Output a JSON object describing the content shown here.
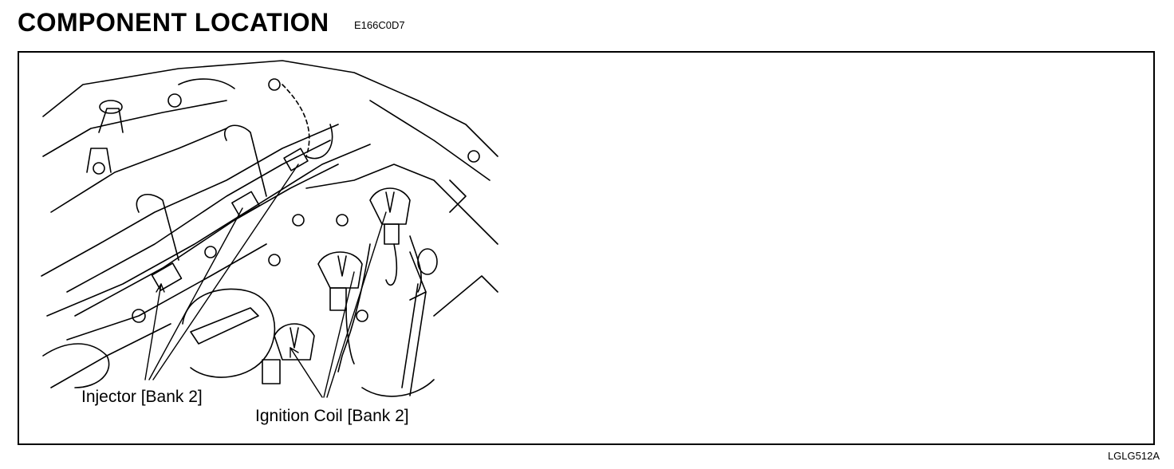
{
  "header": {
    "title": "COMPONENT LOCATION",
    "code": "E166C0D7"
  },
  "figure": {
    "labels": {
      "injector": "Injector [Bank 2]",
      "ignition_coil": "Ignition Coil [Bank 2]"
    },
    "reference": "LGLG512A"
  }
}
